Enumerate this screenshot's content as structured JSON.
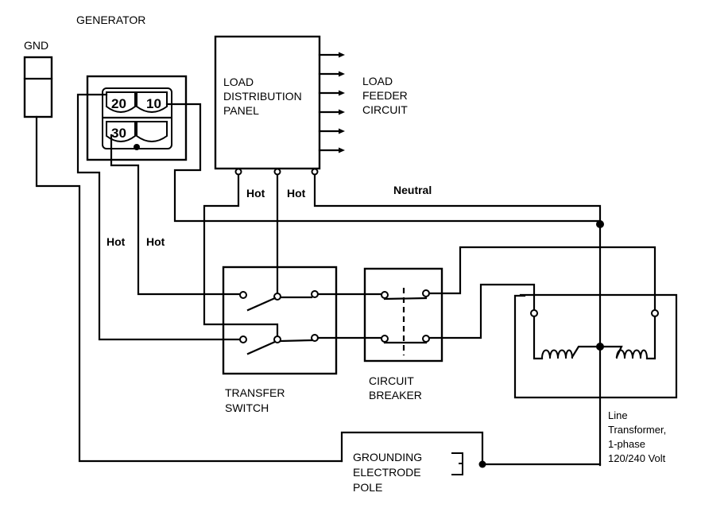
{
  "title": "Generator to Line Transformer Wiring with Transfer Switch",
  "components": {
    "generator": {
      "label": "GENERATOR",
      "outlets": [
        "20",
        "10",
        "30",
        ""
      ]
    },
    "gnd": {
      "label": "GND"
    },
    "load_panel": {
      "line1": "LOAD",
      "line2": "DISTRIBUTION",
      "line3": "PANEL",
      "feeder_count": 6
    },
    "load_feeder": {
      "line1": "LOAD",
      "line2": "FEEDER",
      "line3": "CIRCUIT"
    },
    "transfer_switch": {
      "line1": "TRANSFER",
      "line2": "SWITCH"
    },
    "circuit_breaker": {
      "line1": "CIRCUIT",
      "line2": "BREAKER"
    },
    "grounding": {
      "line1": "GROUNDING",
      "line2": "ELECTRODE",
      "line3": "POLE"
    },
    "transformer": {
      "line1": "Line",
      "line2": "Transformer,",
      "line3": "1-phase",
      "line4": "120/240 Volt"
    }
  },
  "wire_labels": {
    "gen_hot_1": "Hot",
    "gen_hot_2": "Hot",
    "panel_hot_1": "Hot",
    "panel_hot_2": "Hot",
    "neutral": "Neutral"
  }
}
